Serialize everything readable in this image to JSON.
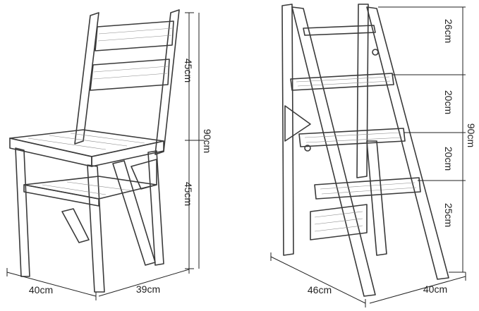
{
  "chair_view": {
    "dimensions": {
      "backrest_height": "45cm",
      "total_height": "90cm",
      "seat_height": "45cm",
      "width": "40cm",
      "depth": "39cm"
    }
  },
  "ladder_view": {
    "dimensions": {
      "step_1": "26cm",
      "step_2": "20cm",
      "step_3": "20cm",
      "step_4": "25cm",
      "total_height": "90cm",
      "length": "46cm",
      "width": "40cm"
    }
  }
}
